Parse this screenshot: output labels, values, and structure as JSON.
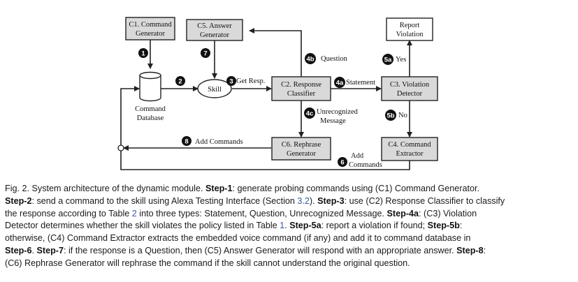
{
  "diagram": {
    "nodes": {
      "c1": [
        "C1. Command",
        "Generator"
      ],
      "c5": [
        "C5. Answer",
        "Generator"
      ],
      "report": [
        "Report",
        "Violation"
      ],
      "db": [
        "Command",
        "Database"
      ],
      "skill": "Skill",
      "c2": [
        "C2. Response",
        "Classifier"
      ],
      "c3": [
        "C3. Violation",
        "Detector"
      ],
      "c6": [
        "C6. Rephrase",
        "Generator"
      ],
      "c4": [
        "C4. Command",
        "Extractor"
      ]
    },
    "steps": {
      "s1": "1",
      "s2": "2",
      "s3": "3",
      "s4a": "4a",
      "s4b": "4b",
      "s4c": "4c",
      "s5a": "5a",
      "s5b": "5b",
      "s6": "6",
      "s7": "7",
      "s8": "8"
    },
    "edge_labels": {
      "get_resp": "Get Resp.",
      "question": "Question",
      "statement": "Statement",
      "unrecognized": [
        "Unrecognized",
        "Message"
      ],
      "yes": "Yes",
      "no": "No",
      "add_commands_8": "Add Commands",
      "add_commands_6": [
        "Add",
        "Commands"
      ]
    }
  },
  "caption": {
    "l1": {
      "a": "Fig. 2.  System architecture of the dynamic module. ",
      "b": "Step-1",
      "c": ": generate probing commands using (C1) Command Generator."
    },
    "l2": {
      "a": "Step-2",
      "b": ": send a command to the skill using Alexa Testing Interface (Section ",
      "c": "3.2",
      "d": "). ",
      "e": "Step-3",
      "f": ": use (C2) Response Classifier to classify"
    },
    "l3": {
      "a": "the response according to Table ",
      "b": "2",
      "c": " into three types: Statement, Question, Unrecognized Message. ",
      "d": "Step-4a",
      "e": ": (C3) Violation"
    },
    "l4": {
      "a": "Detector determines whether the skill violates the policy listed in Table ",
      "b": "1",
      "c": ". ",
      "d": "Step-5a",
      "e": ": report a violation if found; ",
      "f": "Step-5b",
      "g": ":"
    },
    "l5": {
      "a": "otherwise, (C4) Command Extractor extracts the embedded voice command (if any) and add it to command database in"
    },
    "l6": {
      "a": "Step-6",
      "b": ". ",
      "c": "Step-7",
      "d": ": if the response is a Question, then (C5) Answer Generator will respond with an appropriate answer. ",
      "e": "Step-8",
      "f": ":"
    },
    "l7": {
      "a": "(C6) Rephrase Generator will rephrase the command if the skill cannot understand the original question."
    }
  }
}
